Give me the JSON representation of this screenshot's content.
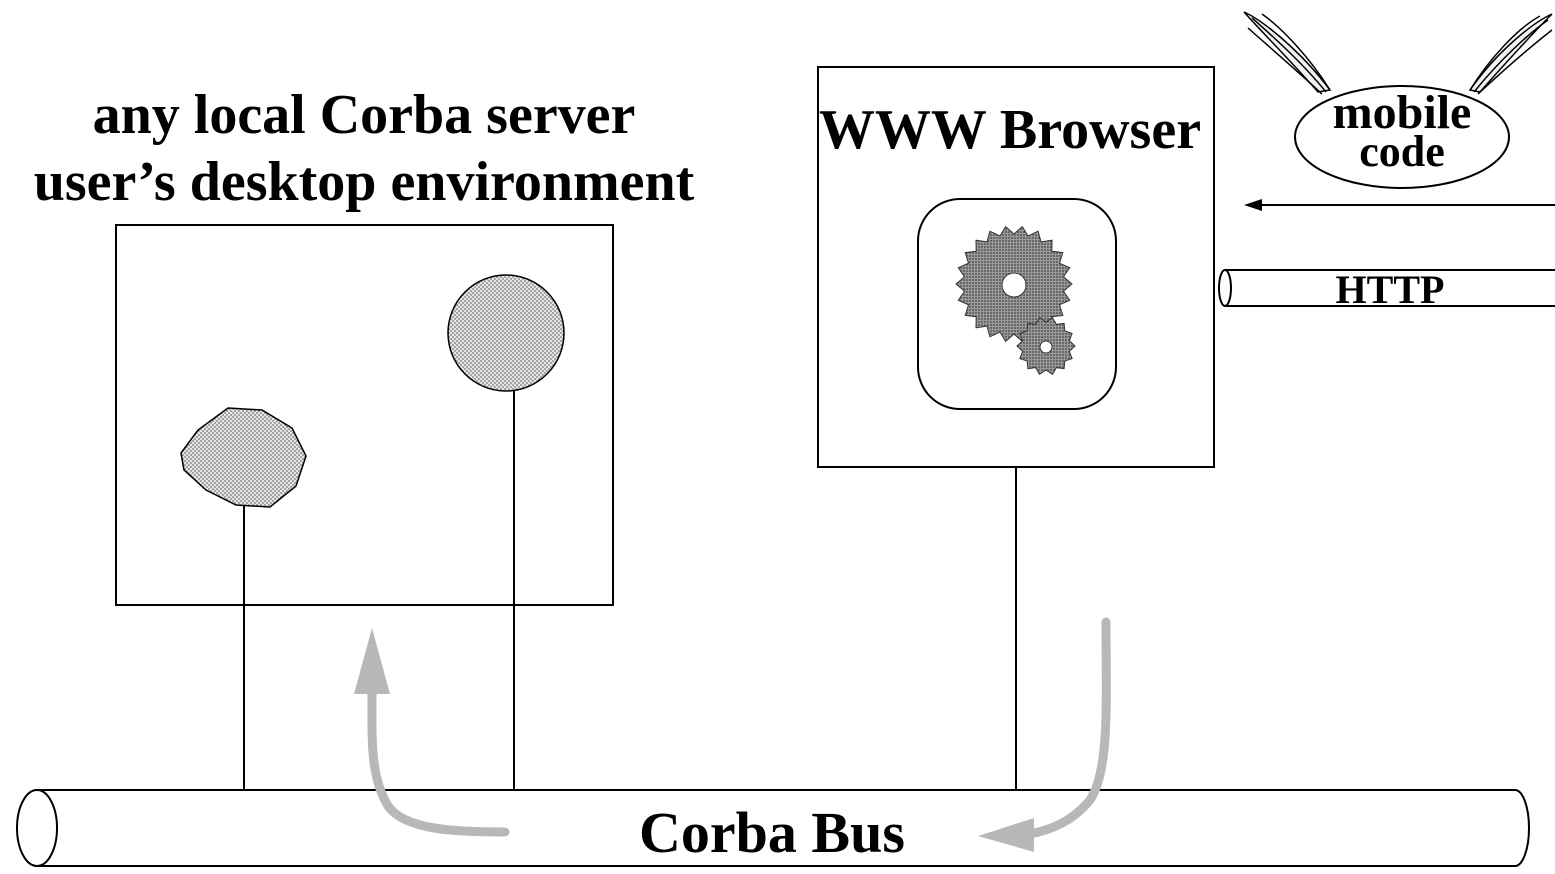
{
  "labels": {
    "server_line1": "any local Corba server",
    "server_line2": "user’s desktop environment",
    "browser": "WWW Browser",
    "mobile_line1": "mobile",
    "mobile_line2": "code",
    "http": "HTTP",
    "bus": "Corba Bus"
  },
  "colors": {
    "line": "#000000",
    "object_fill": "#cfcfcf",
    "gear_fill": "#8a8a8a",
    "flow_arrow": "#b8b8b8"
  }
}
